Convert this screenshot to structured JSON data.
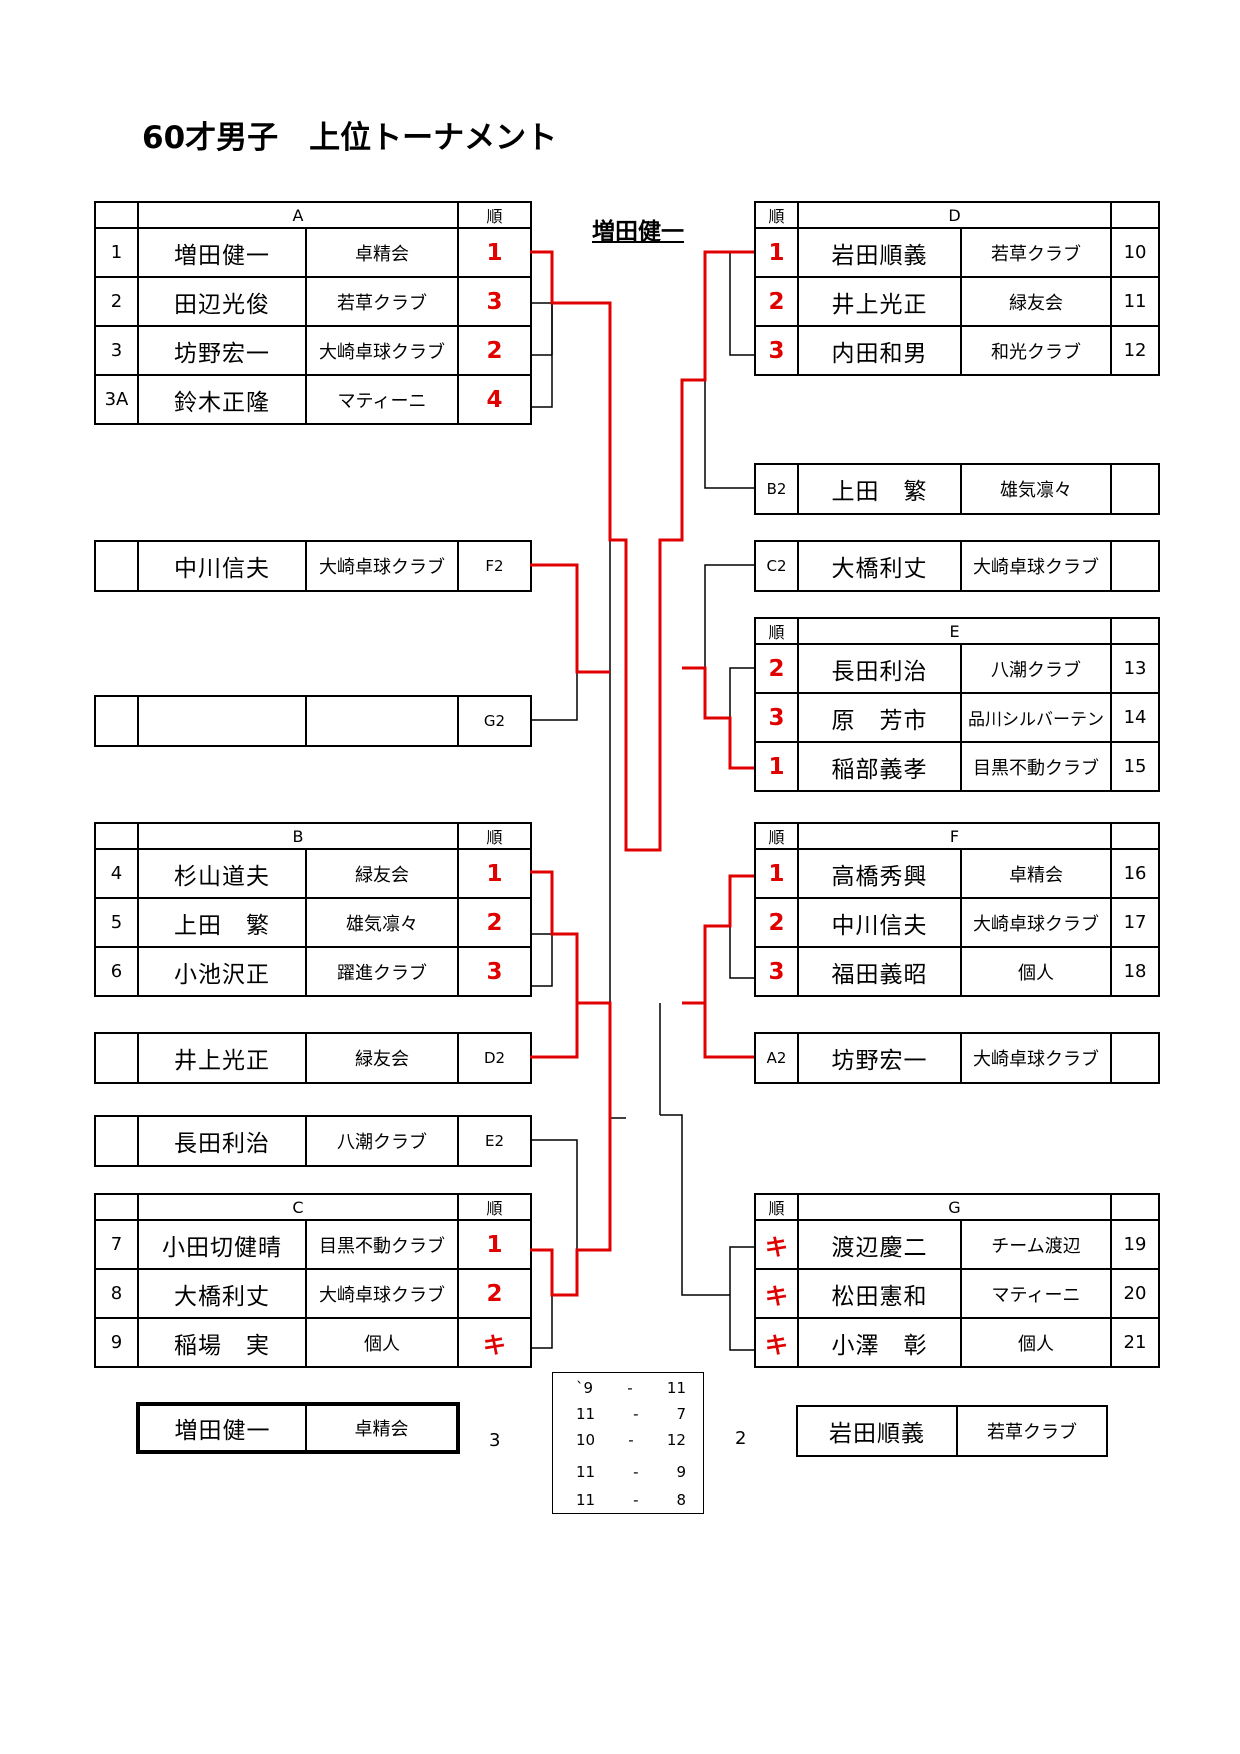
{
  "title": "60才男子　上位トーナメント",
  "champion": "増田健一",
  "col_rank": "順",
  "groups": {
    "A": {
      "letter": "A",
      "rows": [
        {
          "num": "1",
          "name": "増田健一",
          "club": "卓精会",
          "rank": "1"
        },
        {
          "num": "2",
          "name": "田辺光俊",
          "club": "若草クラブ",
          "rank": "3"
        },
        {
          "num": "3",
          "name": "坊野宏一",
          "club": "大崎卓球クラブ",
          "rank": "2"
        },
        {
          "num": "3A",
          "name": "鈴木正隆",
          "club": "マティーニ",
          "rank": "4"
        }
      ]
    },
    "B": {
      "letter": "B",
      "rows": [
        {
          "num": "4",
          "name": "杉山道夫",
          "club": "緑友会",
          "rank": "1"
        },
        {
          "num": "5",
          "name": "上田　繁",
          "club": "雄気凛々",
          "rank": "2"
        },
        {
          "num": "6",
          "name": "小池沢正",
          "club": "躍進クラブ",
          "rank": "3"
        }
      ]
    },
    "C": {
      "letter": "C",
      "rows": [
        {
          "num": "7",
          "name": "小田切健晴",
          "club": "目黒不動クラブ",
          "rank": "1"
        },
        {
          "num": "8",
          "name": "大橋利丈",
          "club": "大崎卓球クラブ",
          "rank": "2"
        },
        {
          "num": "9",
          "name": "稲場　実",
          "club": "個人",
          "rank": "キ"
        }
      ]
    },
    "D": {
      "letter": "D",
      "rows": [
        {
          "rank": "1",
          "name": "岩田順義",
          "club": "若草クラブ",
          "num": "10"
        },
        {
          "rank": "2",
          "name": "井上光正",
          "club": "緑友会",
          "num": "11"
        },
        {
          "rank": "3",
          "name": "内田和男",
          "club": "和光クラブ",
          "num": "12"
        }
      ]
    },
    "E": {
      "letter": "E",
      "rows": [
        {
          "rank": "2",
          "name": "長田利治",
          "club": "八潮クラブ",
          "num": "13"
        },
        {
          "rank": "3",
          "name": "原　芳市",
          "club": "品川シルバーテン",
          "num": "14"
        },
        {
          "rank": "1",
          "name": "稲部義孝",
          "club": "目黒不動クラブ",
          "num": "15"
        }
      ]
    },
    "F": {
      "letter": "F",
      "rows": [
        {
          "rank": "1",
          "name": "高橋秀興",
          "club": "卓精会",
          "num": "16"
        },
        {
          "rank": "2",
          "name": "中川信夫",
          "club": "大崎卓球クラブ",
          "num": "17"
        },
        {
          "rank": "3",
          "name": "福田義昭",
          "club": "個人",
          "num": "18"
        }
      ]
    },
    "G": {
      "letter": "G",
      "rows": [
        {
          "rank": "キ",
          "name": "渡辺慶二",
          "club": "チーム渡辺",
          "num": "19"
        },
        {
          "rank": "キ",
          "name": "松田憲和",
          "club": "マティーニ",
          "num": "20"
        },
        {
          "rank": "キ",
          "name": "小澤　彰",
          "club": "個人",
          "num": "21"
        }
      ]
    }
  },
  "seeds": {
    "F2": {
      "tag": "F2",
      "name": "中川信夫",
      "club": "大崎卓球クラブ"
    },
    "G2": {
      "tag": "G2",
      "name": "",
      "club": ""
    },
    "D2": {
      "tag": "D2",
      "name": "井上光正",
      "club": "緑友会"
    },
    "E2": {
      "tag": "E2",
      "name": "長田利治",
      "club": "八潮クラブ"
    },
    "B2": {
      "tag": "B2",
      "name": "上田　繁",
      "club": "雄気凛々"
    },
    "C2": {
      "tag": "C2",
      "name": "大橋利丈",
      "club": "大崎卓球クラブ"
    },
    "A2": {
      "tag": "A2",
      "name": "坊野宏一",
      "club": "大崎卓球クラブ"
    }
  },
  "final": {
    "left": {
      "name": "増田健一",
      "club": "卓精会",
      "score": "3"
    },
    "right": {
      "name": "岩田順義",
      "club": "若草クラブ",
      "score": "2"
    },
    "games": [
      {
        "a": "`9",
        "sep": "-",
        "b": "11"
      },
      {
        "a": "11",
        "sep": "-",
        "b": "7"
      },
      {
        "a": "10",
        "sep": "-",
        "b": "12"
      },
      {
        "a": "11",
        "sep": "-",
        "b": "9"
      },
      {
        "a": "11",
        "sep": "-",
        "b": "8"
      }
    ]
  },
  "colors": {
    "red": "#e00000",
    "black": "#000000"
  }
}
